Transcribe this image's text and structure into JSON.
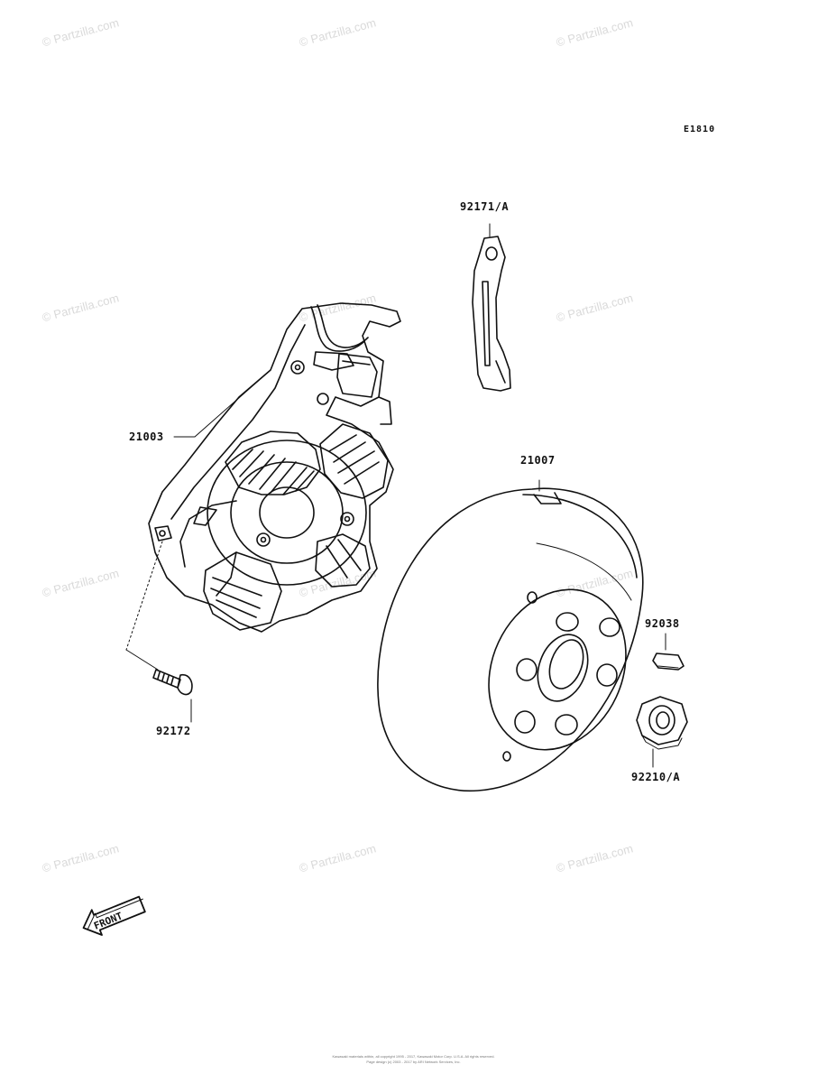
{
  "diagram": {
    "code": "E1810",
    "parts": {
      "stator": "21003",
      "stator_screw": "92172",
      "clamp": "92171/A",
      "flywheel": "21007",
      "key": "92038",
      "nut": "92210/A"
    },
    "front_arrow": "FRONT"
  },
  "watermark": "© Partzilla.com",
  "footer": {
    "line1": "Kawasaki materials within, all copyright 1995 - 2017, Kawasaki Motor Corp. U.S.A. All rights reserved.",
    "line2": "Page design (c) 2003 - 2017 by ARI Network Services, Inc."
  }
}
